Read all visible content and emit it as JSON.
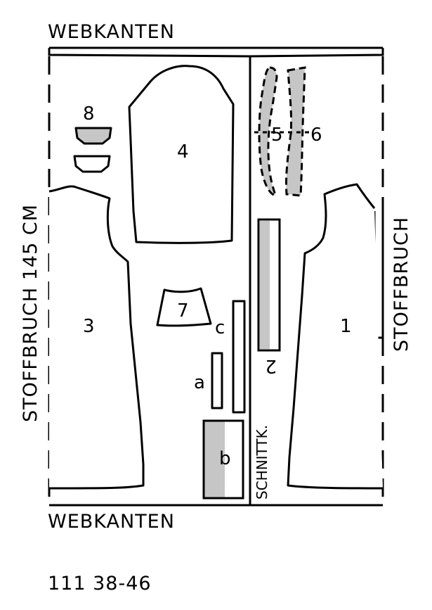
{
  "labels": {
    "selvage_top": "WEBKANTEN",
    "selvage_bottom": "WEBKANTEN",
    "fold_left": "STOFFBRUCH 145 CM",
    "fold_right": "STOFFBRUCH",
    "cut_edge": "SCHNITTK.",
    "footer_code": "111 38-46"
  },
  "pieces": {
    "p1": "1",
    "p2": "2",
    "p3": "3",
    "p4": "4",
    "p5": "5",
    "p6": "6",
    "p7": "7",
    "p8": "8",
    "pa": "a",
    "pb": "b",
    "pc": "c"
  },
  "colors": {
    "line": "#000000",
    "fill_grey": "#c6c6c6",
    "background": "#ffffff"
  }
}
